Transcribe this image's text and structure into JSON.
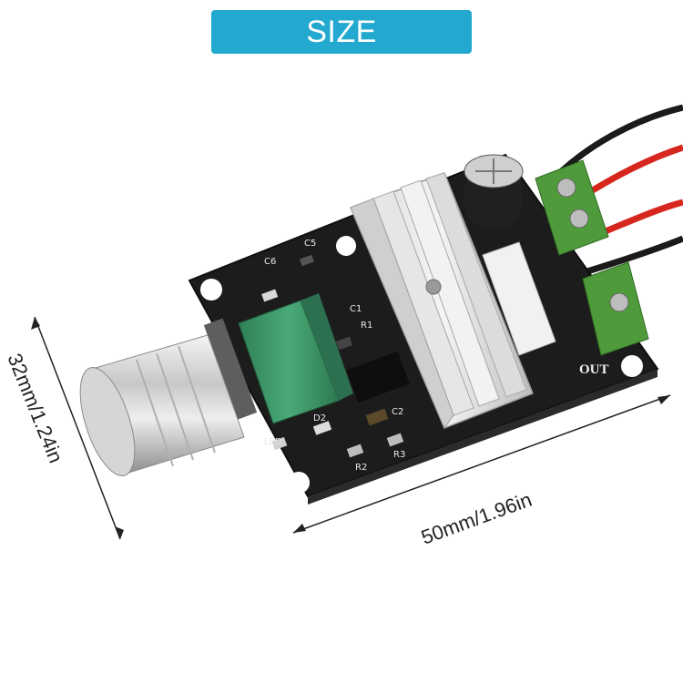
{
  "header": {
    "title": "SIZE"
  },
  "dimensions": {
    "height_label": "32mm/1.24in",
    "width_label": "50mm/1.96in"
  },
  "board": {
    "labels": {
      "c6": "C6",
      "c5": "C5",
      "c1": "C1",
      "r1": "R1",
      "d2": "D2",
      "c2": "C2",
      "led": "LED",
      "r2": "R2",
      "r3": "R3",
      "out": "OUT"
    }
  },
  "colors": {
    "accent": "#23a9cf",
    "pcb": "#1c1c1c",
    "potentiometer": "#3f9a6a",
    "terminal": "#4f9a3a"
  }
}
